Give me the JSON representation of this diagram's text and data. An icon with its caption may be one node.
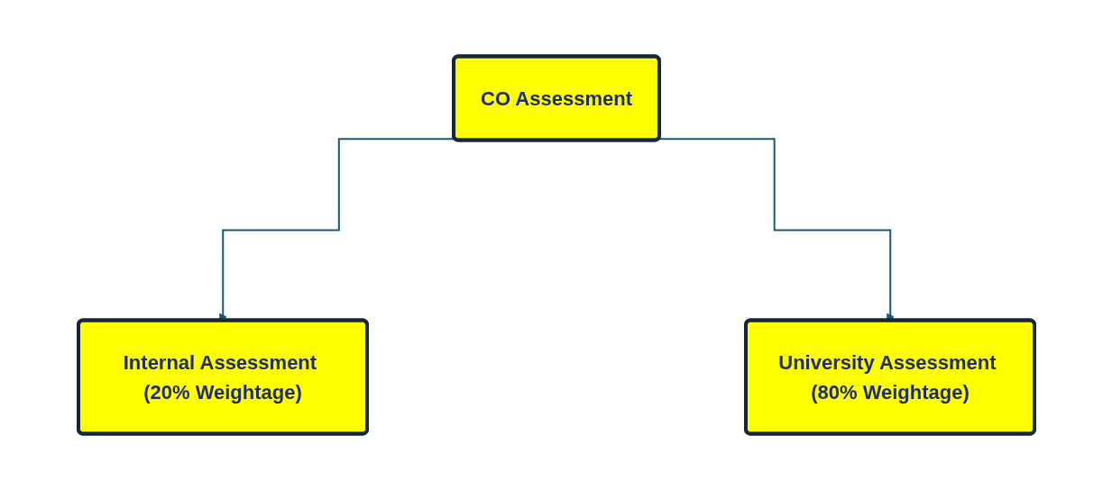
{
  "diagram": {
    "nodes": [
      {
        "text": [
          "CO Assessment"
        ]
      },
      {
        "text": [
          "Internal Assessment (20% Weightage)"
        ]
      },
      {
        "text": [
          "University Assessment (80% Weightage)"
        ]
      }
    ],
    "edges": [
      {
        "from": 0,
        "to": 1,
        "arrow": "to"
      },
      {
        "from": 0,
        "to": 2,
        "arrow": "to"
      }
    ]
  }
}
